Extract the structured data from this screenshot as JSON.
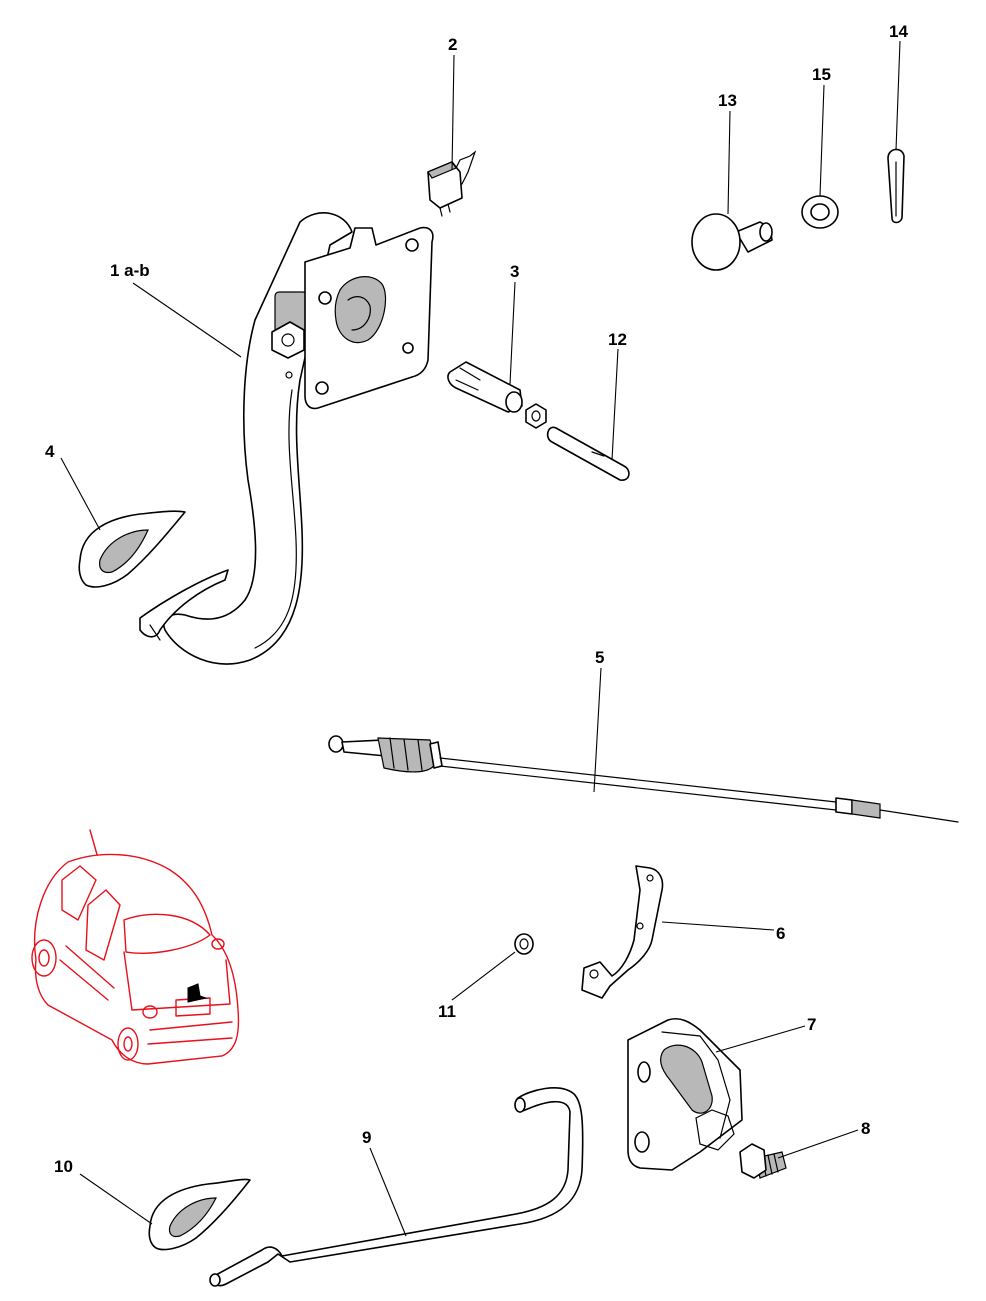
{
  "labels": {
    "p1": "1 a-b",
    "p2": "2",
    "p3": "3",
    "p4": "4",
    "p5": "5",
    "p6": "6",
    "p7": "7",
    "p8": "8",
    "p9": "9",
    "p10": "10",
    "p11": "11",
    "p12": "12",
    "p13": "13",
    "p14": "14",
    "p15": "15"
  },
  "colors": {
    "line": "#000000",
    "locator_car": "#e8101a",
    "background": "#ffffff"
  }
}
